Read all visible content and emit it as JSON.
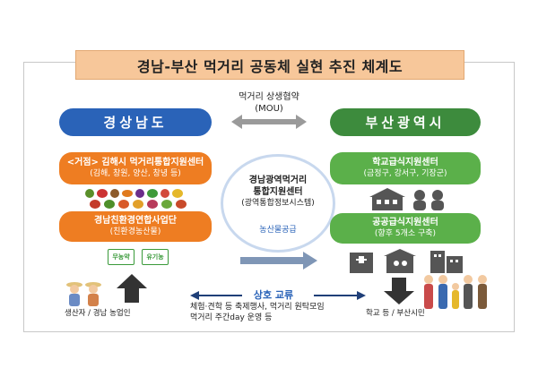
{
  "title": "경남-부산 먹거리 공동체 실현 추진 체계도",
  "mou": {
    "line1": "먹거리 상생협약",
    "line2": "(MOU)"
  },
  "gyeongnam": {
    "label": "경상남도",
    "hub": {
      "title": "<거점> 김해시 먹거리통합지원센터",
      "sub": "(김해, 창원, 양산, 창녕 등)"
    },
    "coop": {
      "title": "경남친환경연합사업단",
      "sub": "(친환경농산물)"
    },
    "badges": [
      "무농약",
      "유기농"
    ],
    "caption": "생산자 / 경남 농업인"
  },
  "center": {
    "line1": "경남광역먹거리",
    "line2": "통합지원센터",
    "sub": "(광역통합정보시스템)",
    "supply": "농산물공급"
  },
  "busan": {
    "label": "부산광역시",
    "school": {
      "title": "학교급식지원센터",
      "sub": "(금정구, 강서구, 기장군)"
    },
    "public": {
      "title": "공공급식지원센터",
      "sub": "(향후 5개소 구축)"
    },
    "caption": "학교 등 / 부산시민"
  },
  "exchange": {
    "label": "상호 교류",
    "desc1": "체험·견학 등 축제행사, 먹거리 원탁모임",
    "desc2": "먹거리 주간day 운영 등"
  },
  "colors": {
    "gyeongnam": "#2a63b8",
    "busan": "#3d8b3d",
    "orange": "#ee7d22",
    "green": "#5bb04a",
    "arrow": "#7f96b6"
  }
}
